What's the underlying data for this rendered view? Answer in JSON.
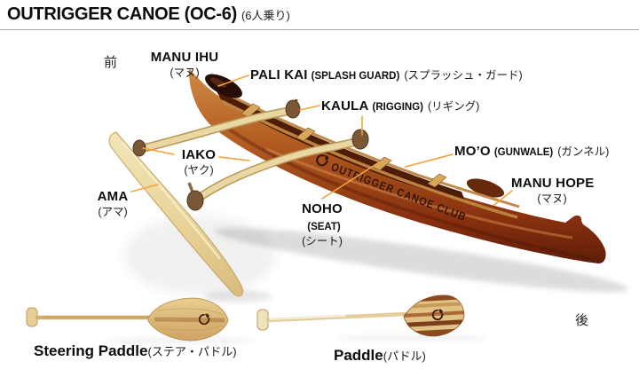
{
  "page": {
    "title": "OUTRIGGER CANOE (OC-6)",
    "subtitle": "(6人乗り)"
  },
  "orientation": {
    "front": "前",
    "back": "後"
  },
  "parts": {
    "manu_ihu": {
      "name": "MANU IHU",
      "jp": "(マヌ)"
    },
    "pali_kai": {
      "name": "PALI KAI",
      "en": "(SPLASH GUARD)",
      "jp": "(スプラッシュ・ガード)"
    },
    "kaula": {
      "name": "KAULA",
      "en": "(RIGGING)",
      "jp": "(リギング)"
    },
    "moo": {
      "name": "MO’O",
      "en": "(GUNWALE)",
      "jp": "(ガンネル)"
    },
    "manu_hope": {
      "name": "MANU HOPE",
      "jp": "(マヌ)"
    },
    "iako": {
      "name": "IAKO",
      "jp": "(ヤク)"
    },
    "ama": {
      "name": "AMA",
      "jp": "(アマ)"
    },
    "noho": {
      "name": "NOHO",
      "en": "(SEAT)",
      "jp": "(シート)"
    }
  },
  "paddles": {
    "steering": {
      "name": "Steering Paddle",
      "jp": "(ステア・パドル)"
    },
    "regular": {
      "name": "Paddle",
      "jp": "(パドル)"
    }
  },
  "canoe": {
    "hull_text": "OUTRIGGER CANOE CLUB"
  },
  "colors": {
    "leader_line": "#F2A339",
    "hull_dark": "#6E2409",
    "hull_mid": "#A8501D",
    "hull_light": "#D08A44",
    "pale_wood": "#EAD7A0",
    "label_text": "#111111"
  }
}
